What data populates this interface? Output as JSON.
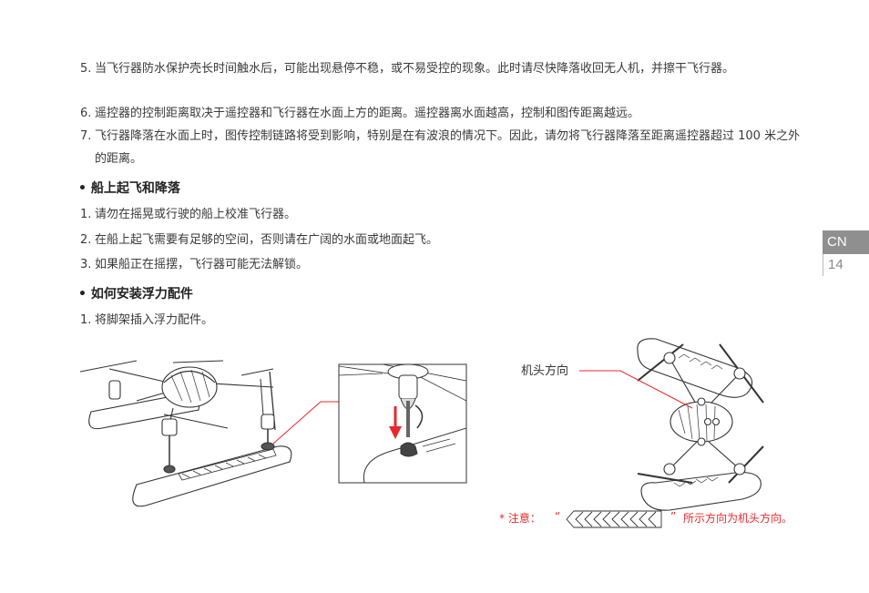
{
  "intro_items": [
    {
      "num": "5.",
      "text": "当飞行器防水保护壳长时间触水后，可能出现悬停不稳，或不易受控的现象。此时请尽快降落收回无人机，并擦干飞行器。"
    },
    {
      "num": "6.",
      "text": "遥控器的控制距离取决于遥控器和飞行器在水面上方的距离。遥控器离水面越高，控制和图传距离越远。"
    },
    {
      "num": "7.",
      "text": "飞行器降落在水面上时，图传控制链路将受到影响，特别是在有波浪的情况下。因此，请勿将飞行器降落至距离遥控器超过 100 米之外的距离。"
    }
  ],
  "section1": {
    "heading": "• 船上起飞和降落",
    "items": [
      {
        "num": "1.",
        "text": "请勿在摇晃或行驶的船上校准飞行器。"
      },
      {
        "num": "2.",
        "text": "在船上起飞需要有足够的空间，否则请在广阔的水面或地面起飞。"
      },
      {
        "num": "3.",
        "text": "如果船正在摇摆，飞行器可能无法解锁。"
      }
    ]
  },
  "section2": {
    "heading": "• 如何安装浮力配件",
    "items": [
      {
        "num": "1.",
        "text": "将脚架插入浮力配件。"
      }
    ]
  },
  "side_tab": {
    "lang": "CN",
    "page": "14"
  },
  "figure": {
    "direction_label": "机头方向",
    "note_prefix": "* 注意：",
    "note_open_quote": "“",
    "note_close_quote": "”",
    "note_suffix": "所示方向为机头方向。"
  },
  "colors": {
    "accent": "#e8292c",
    "tab_bg": "#8f8f8f",
    "text": "#3a3a3a"
  }
}
